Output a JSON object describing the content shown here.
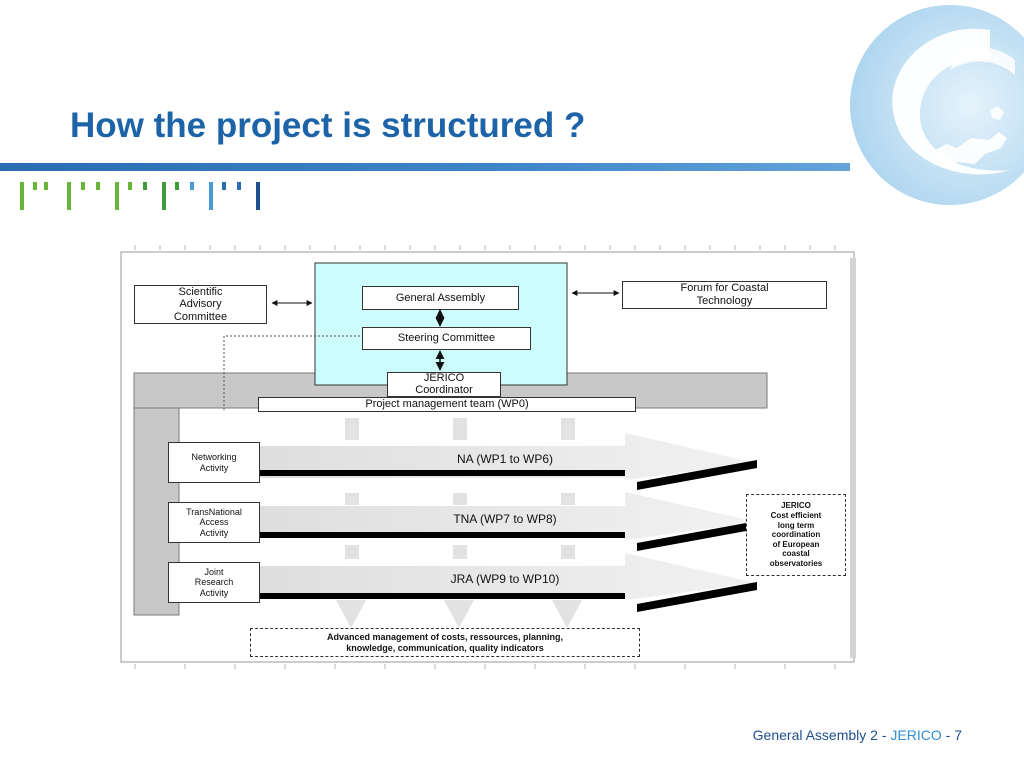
{
  "slide": {
    "title": "How the project is structured ?",
    "footer": {
      "event": "General Assembly 2",
      "sep1": " - ",
      "project": "JERICO",
      "sep2": " - ",
      "page": "7"
    }
  },
  "colors": {
    "title": "#1d63a8",
    "rule": "#2a6bb3",
    "governance_box": "#ccfcfc",
    "gray_band": "#c8c8c8",
    "deco_green": "#6ab43a",
    "deco_blue": "#2a6bb3"
  },
  "diagram": {
    "scientific_advisory": "Scientific\nAdvisory\nCommittee",
    "general_assembly": "General Assembly",
    "steering_committee": "Steering  Committee",
    "coordinator": "JERICO\nCoordinator",
    "forum": "Forum for Coastal\nTechnology",
    "project_management": "Project management team (WP0)",
    "activities": [
      {
        "box": "Networking\nActivity",
        "ribbon": "NA (WP1 to WP6)"
      },
      {
        "box": "TransNational\nAccess\nActivity",
        "ribbon": "TNA (WP7 to WP8)"
      },
      {
        "box": "Joint\nResearch\nActivity",
        "ribbon": "JRA (WP9 to WP10)"
      }
    ],
    "outcome": "JERICO\nCost efficient\nlong term\ncoordination\nof European\ncoastal\nobservatories",
    "advanced": "Advanced management of costs, ressources, planning,\nknowledge, communication, quality indicators"
  },
  "icons": [
    "jerico-logo-icon"
  ]
}
